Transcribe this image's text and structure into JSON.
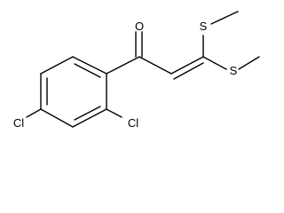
{
  "molecule": {
    "atoms": {
      "oxygen": "O",
      "sulfur_top": "S",
      "sulfur_bottom": "S",
      "chlorine_ring": "Cl",
      "chlorine_para": "Cl"
    }
  },
  "colors": {
    "bond": "#000000",
    "label": "#000000",
    "background": "#ffffff"
  }
}
